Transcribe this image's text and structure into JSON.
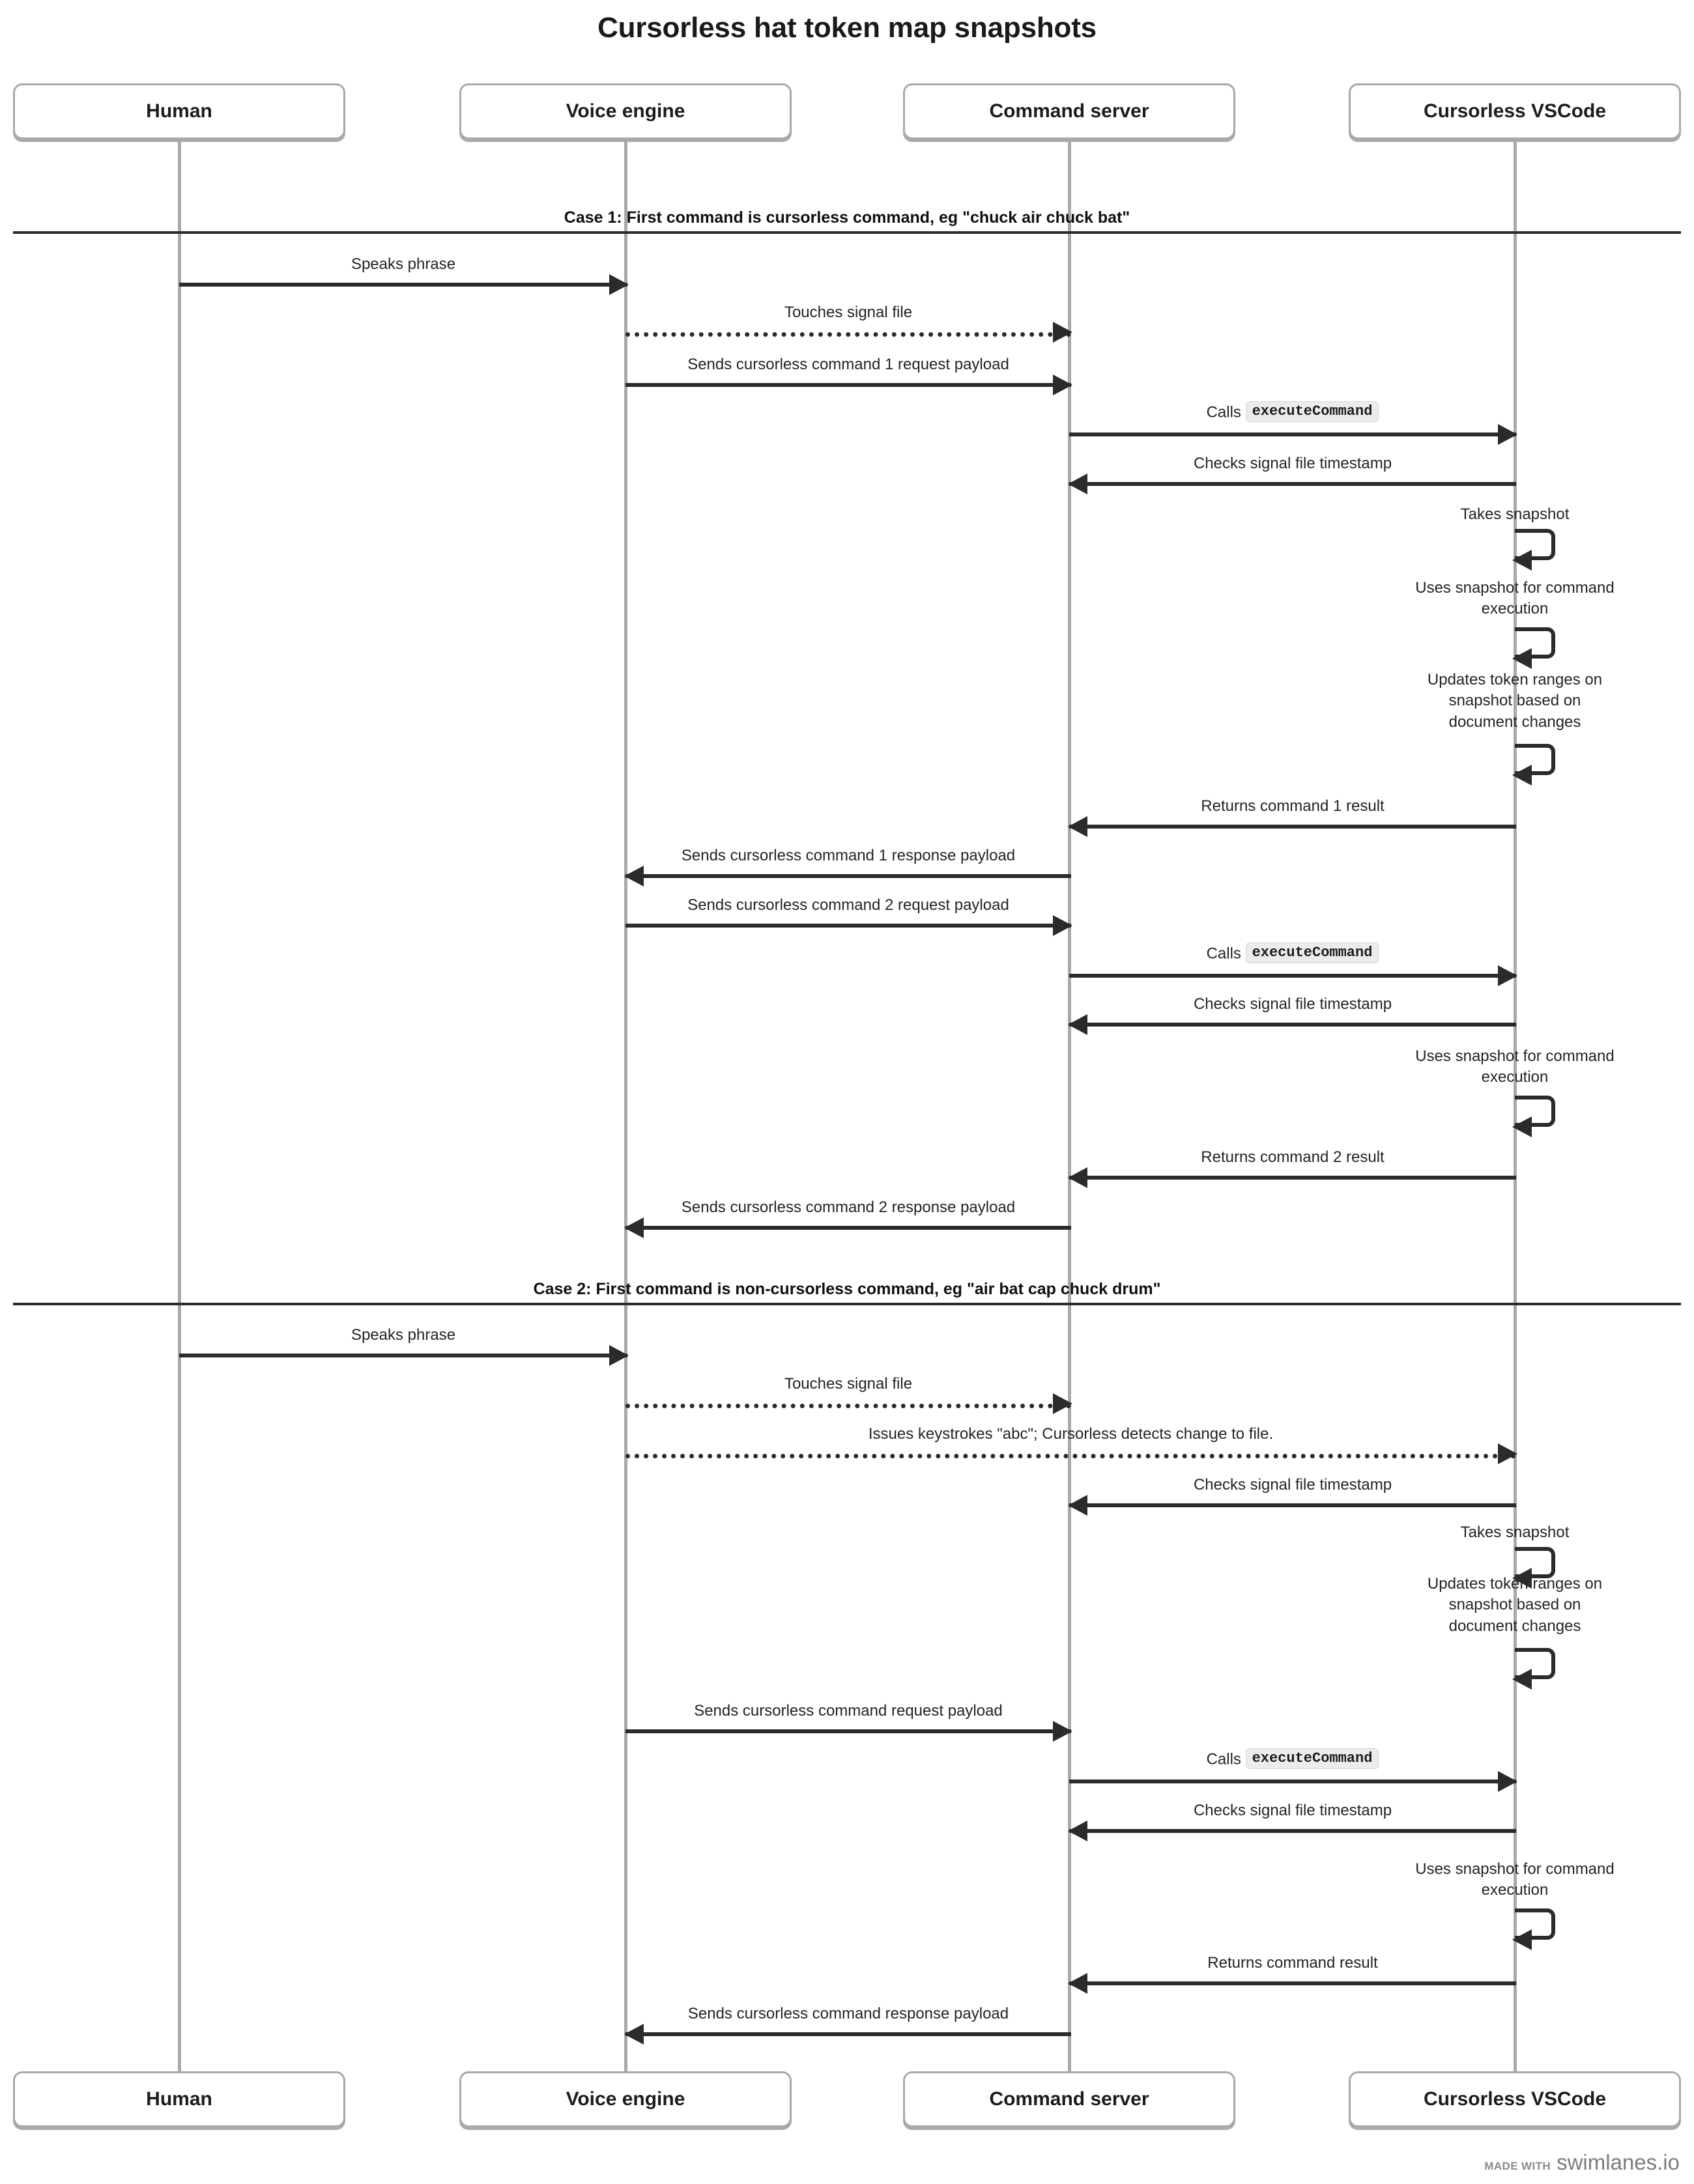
{
  "title": "Cursorless hat token map snapshots",
  "participants": [
    {
      "id": "human",
      "label": "Human"
    },
    {
      "id": "voice",
      "label": "Voice engine"
    },
    {
      "id": "server",
      "label": "Command server"
    },
    {
      "id": "vscode",
      "label": "Cursorless VSCode"
    }
  ],
  "cases": [
    {
      "id": "case1",
      "label": "Case 1: First command is cursorless command, eg \"chuck air chuck bat\""
    },
    {
      "id": "case2",
      "label": "Case 2: First command is non-cursorless command, eg \"air bat cap chuck drum\""
    }
  ],
  "messages": [
    {
      "id": "m1",
      "label": "Speaks phrase",
      "from": "human",
      "to": "voice",
      "style": "solid"
    },
    {
      "id": "m2",
      "label": "Touches signal file",
      "from": "voice",
      "to": "server",
      "style": "dashed"
    },
    {
      "id": "m3",
      "label": "Sends cursorless command 1 request payload",
      "from": "voice",
      "to": "server",
      "style": "solid"
    },
    {
      "id": "m4",
      "label": "Calls ",
      "code": "executeCommand",
      "from": "server",
      "to": "vscode",
      "style": "solid"
    },
    {
      "id": "m5",
      "label": "Checks signal file timestamp",
      "from": "vscode",
      "to": "server",
      "style": "solid"
    },
    {
      "id": "m6",
      "label": "Takes snapshot",
      "self": "vscode",
      "style": "self"
    },
    {
      "id": "m7",
      "label": "Uses snapshot for command execution",
      "self": "vscode",
      "style": "self"
    },
    {
      "id": "m8",
      "label": "Updates token ranges on snapshot based on document changes",
      "self": "vscode",
      "style": "self"
    },
    {
      "id": "m9",
      "label": "Returns command 1 result",
      "from": "vscode",
      "to": "server",
      "style": "solid"
    },
    {
      "id": "m10",
      "label": "Sends cursorless command 1 response payload",
      "from": "server",
      "to": "voice",
      "style": "solid"
    },
    {
      "id": "m11",
      "label": "Sends cursorless command 2 request payload",
      "from": "voice",
      "to": "server",
      "style": "solid"
    },
    {
      "id": "m12",
      "label": "Calls ",
      "code": "executeCommand",
      "from": "server",
      "to": "vscode",
      "style": "solid"
    },
    {
      "id": "m13",
      "label": "Checks signal file timestamp",
      "from": "vscode",
      "to": "server",
      "style": "solid"
    },
    {
      "id": "m14",
      "label": "Uses snapshot for command execution",
      "self": "vscode",
      "style": "self"
    },
    {
      "id": "m15",
      "label": "Returns command 2 result",
      "from": "vscode",
      "to": "server",
      "style": "solid"
    },
    {
      "id": "m16",
      "label": "Sends cursorless command 2 response payload",
      "from": "server",
      "to": "voice",
      "style": "solid"
    },
    {
      "id": "m17",
      "label": "Speaks phrase",
      "from": "human",
      "to": "voice",
      "style": "solid"
    },
    {
      "id": "m18",
      "label": "Touches signal file",
      "from": "voice",
      "to": "server",
      "style": "dashed"
    },
    {
      "id": "m19",
      "label": "Issues keystrokes \"abc\"; Cursorless detects change to file.",
      "from": "voice",
      "to": "vscode",
      "style": "dashed"
    },
    {
      "id": "m20",
      "label": "Checks signal file timestamp",
      "from": "vscode",
      "to": "server",
      "style": "solid"
    },
    {
      "id": "m21",
      "label": "Takes snapshot",
      "self": "vscode",
      "style": "self"
    },
    {
      "id": "m22",
      "label": "Updates token ranges on snapshot based on document changes",
      "self": "vscode",
      "style": "self"
    },
    {
      "id": "m23",
      "label": "Sends cursorless command request payload",
      "from": "voice",
      "to": "server",
      "style": "solid"
    },
    {
      "id": "m24",
      "label": "Calls ",
      "code": "executeCommand",
      "from": "server",
      "to": "vscode",
      "style": "solid"
    },
    {
      "id": "m25",
      "label": "Checks signal file timestamp",
      "from": "vscode",
      "to": "server",
      "style": "solid"
    },
    {
      "id": "m26",
      "label": "Uses snapshot for command execution",
      "self": "vscode",
      "style": "self"
    },
    {
      "id": "m27",
      "label": "Returns command result",
      "from": "vscode",
      "to": "server",
      "style": "solid"
    },
    {
      "id": "m28",
      "label": "Sends cursorless command response payload",
      "from": "server",
      "to": "voice",
      "style": "solid"
    }
  ],
  "self_labels": {
    "m6": [
      "Takes snapshot"
    ],
    "m7": [
      "Uses snapshot for command",
      "execution"
    ],
    "m8": [
      "Updates token ranges on",
      "snapshot based on",
      "document changes"
    ],
    "m14": [
      "Uses snapshot for command",
      "execution"
    ],
    "m21": [
      "Takes snapshot"
    ],
    "m22": [
      "Updates token ranges on",
      "snapshot based on",
      "document changes"
    ],
    "m26": [
      "Uses snapshot for command",
      "execution"
    ]
  },
  "watermark": {
    "made_with": "MADE WITH",
    "brand": "swimlanes.io"
  },
  "colors": {
    "line": "#2b2b2b",
    "lifeline": "#a9a9a9",
    "box_border": "#a9a9a9",
    "text": "#242424",
    "code_bg": "#ececec",
    "watermark": "#8a8a8a",
    "background": "#ffffff"
  }
}
